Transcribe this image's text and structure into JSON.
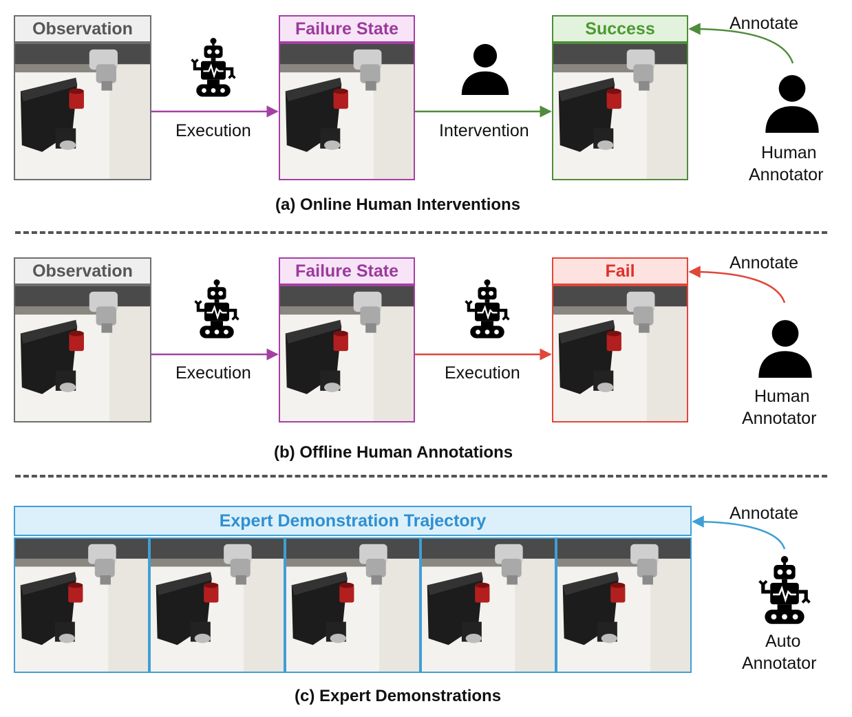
{
  "panel_a": {
    "observation": "Observation",
    "failure_state": "Failure State",
    "success": "Success",
    "execution": "Execution",
    "intervention": "Intervention",
    "annotate": "Annotate",
    "annotator_line1": "Human",
    "annotator_line2": "Annotator",
    "caption": "(a) Online Human Interventions"
  },
  "panel_b": {
    "observation": "Observation",
    "failure_state": "Failure State",
    "fail": "Fail",
    "execution_1": "Execution",
    "execution_2": "Execution",
    "annotate": "Annotate",
    "annotator_line1": "Human",
    "annotator_line2": "Annotator",
    "caption": "(b) Offline Human Annotations"
  },
  "panel_c": {
    "trajectory_title": "Expert Demonstration Trajectory",
    "annotate": "Annotate",
    "annotator_line1": "Auto",
    "annotator_line2": "Annotator",
    "caption": "(c) Expert Demonstrations"
  },
  "colors": {
    "gray": "#6e6e6e",
    "purple": "#a340a3",
    "green": "#4f8c3b",
    "red": "#e0463a",
    "blue": "#3f9fd5"
  },
  "icons": [
    "robot-icon",
    "person-icon"
  ]
}
